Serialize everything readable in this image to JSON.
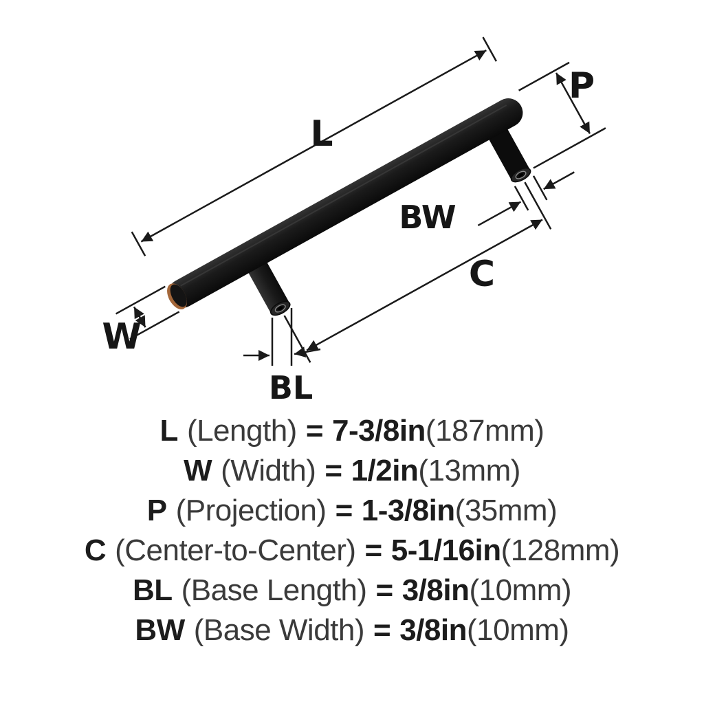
{
  "page": {
    "background": "#ffffff"
  },
  "diagram": {
    "line_color": "#1a1a1a",
    "handle_colors": {
      "body": "#1c1c1c",
      "end_cap_rim": "#a4673a"
    },
    "dim_labels": {
      "L": "L",
      "P": "P",
      "BW": "BW",
      "C": "C",
      "W": "W",
      "BL": "BL"
    }
  },
  "specs": [
    {
      "abbr": "L",
      "name": "(Length)",
      "value": "7-3/8in",
      "metric": "(187mm)"
    },
    {
      "abbr": "W",
      "name": "(Width)",
      "value": "1/2in",
      "metric": "(13mm)"
    },
    {
      "abbr": "P",
      "name": "(Projection)",
      "value": "1-3/8in",
      "metric": "(35mm)"
    },
    {
      "abbr": "C",
      "name": "(Center-to-Center)",
      "value": "5-1/16in",
      "metric": "(128mm)"
    },
    {
      "abbr": "BL",
      "name": "(Base Length)",
      "value": "3/8in",
      "metric": "(10mm)"
    },
    {
      "abbr": "BW",
      "name": "(Base Width)",
      "value": "3/8in",
      "metric": "(10mm)"
    }
  ],
  "ui": {
    "equals": "="
  }
}
